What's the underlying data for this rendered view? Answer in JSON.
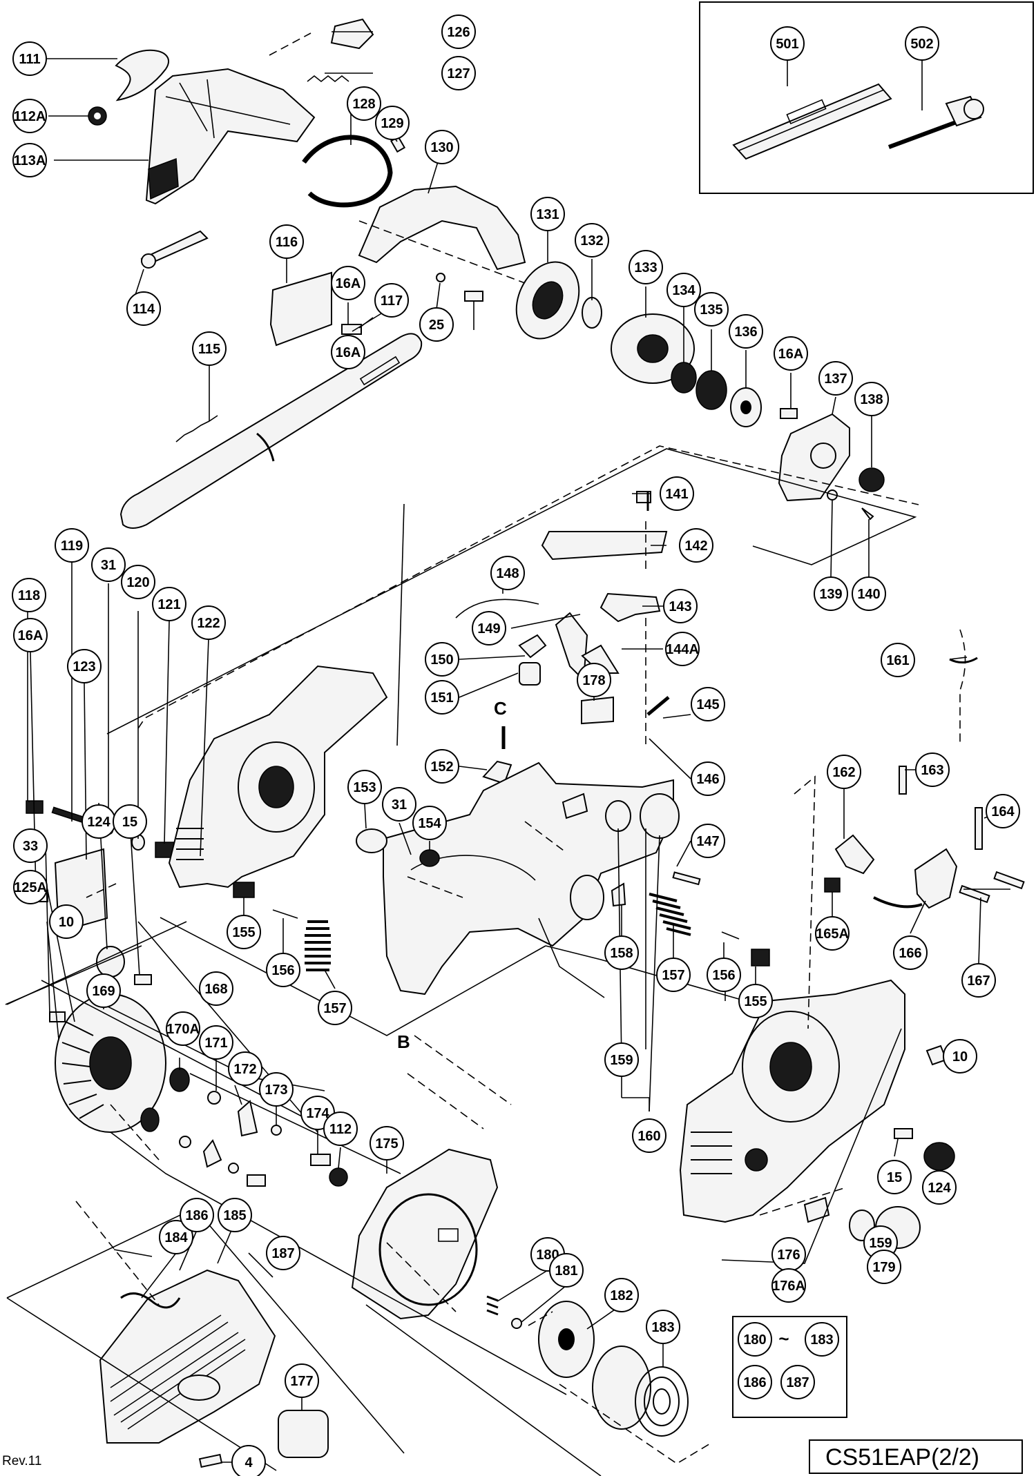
{
  "diagram": {
    "model_label": "CS51EAP(2/2)",
    "revision": "Rev.11",
    "markers": [
      {
        "id": "m-b",
        "text": "B"
      },
      {
        "id": "m-c",
        "text": "C"
      }
    ],
    "callouts": [
      "111",
      "112A",
      "113A",
      "114",
      "115",
      "116",
      "117",
      "16A",
      "25",
      "126",
      "127",
      "128",
      "129",
      "130",
      "131",
      "132",
      "133",
      "134",
      "135",
      "136",
      "137",
      "138",
      "139",
      "140",
      "141",
      "142",
      "143",
      "144A",
      "145",
      "146",
      "147",
      "148",
      "149",
      "150",
      "151",
      "152",
      "153",
      "31",
      "154",
      "155",
      "156",
      "157",
      "158",
      "159",
      "160",
      "118",
      "119",
      "120",
      "121",
      "122",
      "123",
      "124",
      "15",
      "33",
      "125A",
      "10",
      "161",
      "162",
      "163",
      "164",
      "165A",
      "166",
      "167",
      "169",
      "170A",
      "168",
      "171",
      "172",
      "173",
      "174",
      "112",
      "175",
      "176",
      "176A",
      "177",
      "178",
      "179",
      "180",
      "181",
      "182",
      "183",
      "184",
      "185",
      "186",
      "187",
      "4",
      "501",
      "502"
    ],
    "accessory_box": {
      "items": [
        "501",
        "502"
      ]
    },
    "kit_box": {
      "row1_start": "180",
      "row1_sep": "~",
      "row1_end": "183",
      "row2": [
        "186",
        "187"
      ]
    }
  }
}
